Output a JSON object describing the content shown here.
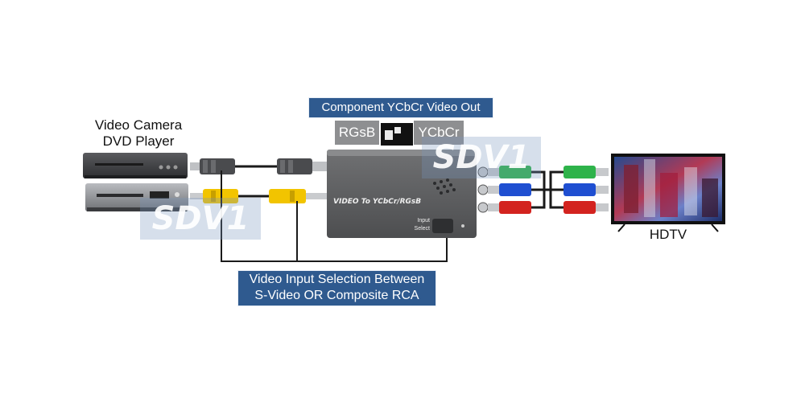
{
  "sources": {
    "line1": "Video Camera",
    "line2": "DVD Player"
  },
  "output_label": "Component YCbCr Video Out",
  "switch": {
    "left_label": "RGsB",
    "right_label": "YCbCr"
  },
  "converter": {
    "front_label": "VIDEO To YCbCr/RGsB",
    "button_label_1": "Input",
    "button_label_2": "Select"
  },
  "display_label": "HDTV",
  "selection_note": {
    "line1": "Video Input Selection Between",
    "line2": "S-Video OR Composite RCA"
  },
  "watermark": "SDV1",
  "colors": {
    "label_blue": "#2f5a8f",
    "cable_green": "#2eb34a",
    "cable_blue": "#1f4fd1",
    "cable_red": "#d3231f",
    "cable_yellow": "#f2c400"
  }
}
